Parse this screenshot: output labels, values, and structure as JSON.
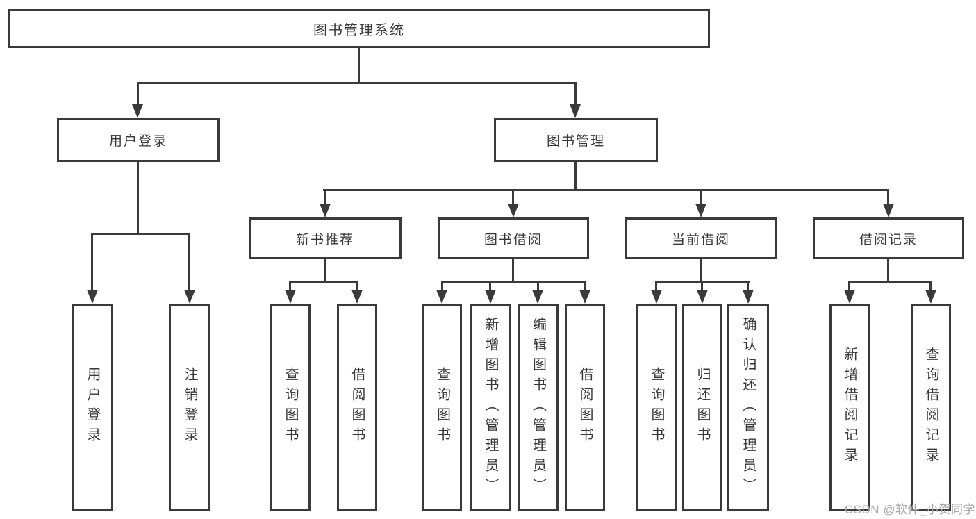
{
  "diagram": {
    "title": "图书管理系统",
    "level2": {
      "user_login": "用户登录",
      "book_management": "图书管理"
    },
    "level3": {
      "new_book_recommend": "新书推荐",
      "book_borrow": "图书借阅",
      "current_borrow": "当前借阅",
      "borrow_records": "借阅记录"
    },
    "leaves": {
      "user_login": "用户登录",
      "logout_login": "注销登录",
      "nbr_query_books": "查询图书",
      "nbr_borrow_books": "借阅图书",
      "bb_query_books": "查询图书",
      "bb_add_books": "新增图书（管理员）",
      "bb_edit_books": "编辑图书（管理员）",
      "bb_borrow_books": "借阅图书",
      "cb_query_books": "查询图书",
      "cb_return_books": "归还图书",
      "cb_confirm_return": "确认归还（管理员）",
      "br_add_records": "新增借阅记录",
      "br_query_records": "查询借阅记录"
    }
  },
  "watermark": "CSDN @软件_小贺同学",
  "colors": {
    "line": "#3a3a3a",
    "text": "#383838",
    "background": "#ffffff",
    "watermark_text": "#a6a6a6"
  }
}
